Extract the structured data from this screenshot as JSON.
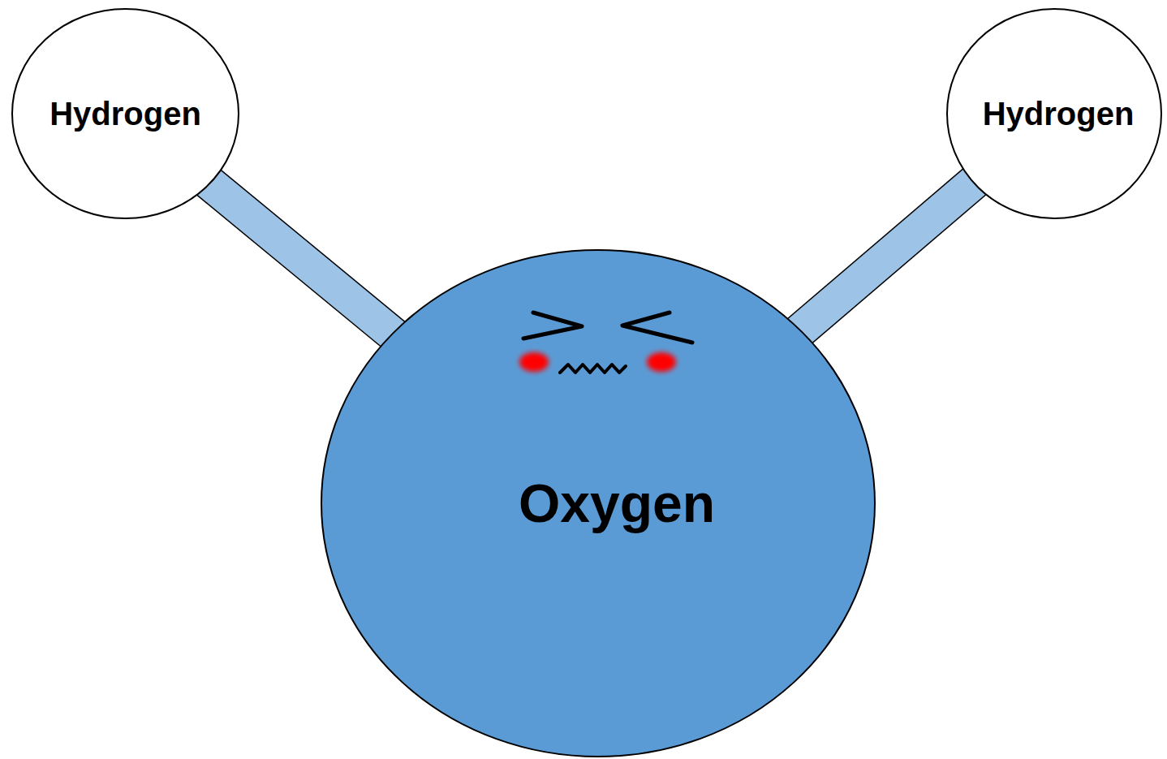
{
  "diagram": {
    "nodes": [
      {
        "text": [
          "Hydrogen"
        ]
      },
      {
        "text": [
          "Hydrogen"
        ]
      },
      {
        "text": [
          "Oxygen"
        ]
      }
    ],
    "edges": [
      {
        "from": 2,
        "to": 0,
        "arrow": "none"
      },
      {
        "from": 2,
        "to": 1,
        "arrow": "none"
      }
    ]
  }
}
